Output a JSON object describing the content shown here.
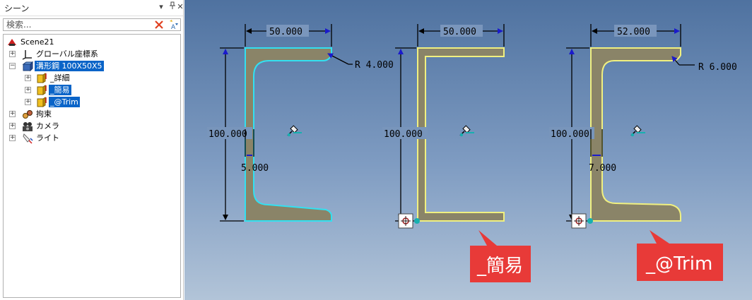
{
  "panel": {
    "title": "シーン",
    "dropdown_icon": "dropdown-arrow-icon",
    "pin_icon": "pin-icon",
    "close_icon": "close-icon"
  },
  "search": {
    "placeholder": "検索...",
    "value": "",
    "clear_icon": "clear-x-icon",
    "filter_icon": "filter-icon"
  },
  "tree": {
    "items": [
      {
        "label": "Scene21",
        "icon": "scene-icon",
        "expander": "",
        "selected": false
      },
      {
        "label": "グローバル座標系",
        "icon": "axis-icon",
        "expander": "+",
        "selected": false
      },
      {
        "label": "溝形鋼 100X50X5",
        "icon": "part-icon",
        "expander": "−",
        "selected": true
      },
      {
        "label": "_詳細",
        "icon": "shape-icon",
        "expander": "+",
        "selected": false
      },
      {
        "label": "_簡易",
        "icon": "shape-icon",
        "expander": "+",
        "selected": true
      },
      {
        "label": "_@Trim",
        "icon": "shape-icon",
        "expander": "+",
        "selected": true
      },
      {
        "label": "拘束",
        "icon": "constraint-icon",
        "expander": "+",
        "selected": false
      },
      {
        "label": "カメラ",
        "icon": "camera-icon",
        "expander": "+",
        "selected": false
      },
      {
        "label": "ライト",
        "icon": "light-icon",
        "expander": "+",
        "selected": false
      }
    ]
  },
  "viewport": {
    "colors": {
      "section_fill": "#8a8468",
      "outline_selected": "#33e0f0",
      "outline_highlight": "#f0f080",
      "dimension": "#000000",
      "arrow": "#1a1acc",
      "callout": "#e83a38"
    },
    "profiles": [
      {
        "name": "detail",
        "width_dim": "50.000",
        "height_dim": "100.000",
        "thickness_dim": "5.000",
        "radius_dim": "R 4.000",
        "callout": ""
      },
      {
        "name": "simple",
        "width_dim": "50.000",
        "height_dim": "100.000",
        "thickness_dim": "",
        "radius_dim": "",
        "callout": "_簡易"
      },
      {
        "name": "trim",
        "width_dim": "52.000",
        "height_dim": "100.000",
        "thickness_dim": "7.000",
        "radius_dim": "R 6.000",
        "callout": "_@Trim"
      }
    ]
  }
}
